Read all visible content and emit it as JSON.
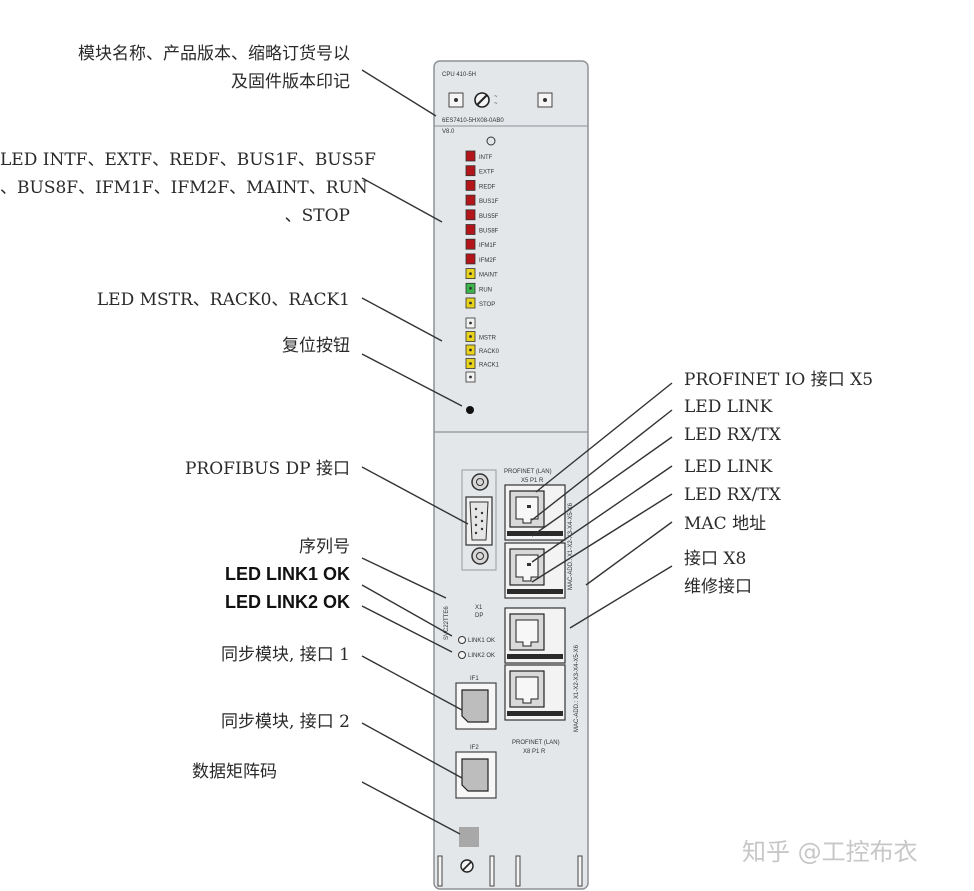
{
  "module": {
    "model": "CPU 410-5H",
    "order_number": "6ES7410-5HX08-0AB0",
    "version": "V8.0",
    "x1_label": "X1",
    "dp_label": "DP",
    "profinet_top_label": "PROFINET (LAN)",
    "profinet_top_port": "X5 P1 R",
    "profinet_bottom_label": "PROFINET (LAN)",
    "profinet_bottom_port": "X8 P1 R",
    "mac_text_1": "MAC-ADD.: X1-X2-X3-X4-X5-X6",
    "mac_text_2": "MAC-ADD.: X1-X2-X3-X4-X5-X6",
    "if1_label": "IF1",
    "if2_label": "IF2",
    "serial_text": "SVC22TTE6",
    "link1_label": "LINK1 OK",
    "link2_label": "LINK2 OK"
  },
  "leds_top": [
    {
      "label": "INTF",
      "color": "#b3161a"
    },
    {
      "label": "EXTF",
      "color": "#b3161a"
    },
    {
      "label": "REDF",
      "color": "#b3161a"
    },
    {
      "label": "BUS1F",
      "color": "#b3161a"
    },
    {
      "label": "BUS5F",
      "color": "#b3161a"
    },
    {
      "label": "BUS8F",
      "color": "#b3161a"
    },
    {
      "label": "IFM1F",
      "color": "#b3161a"
    },
    {
      "label": "IFM2F",
      "color": "#b3161a"
    },
    {
      "label": "MAINT",
      "color": "#e8d21a"
    },
    {
      "label": "RUN",
      "color": "#3cb64a"
    },
    {
      "label": "STOP",
      "color": "#e8d21a"
    }
  ],
  "leds_rack": [
    {
      "label": "",
      "color": "#f2f2f2"
    },
    {
      "label": "MSTR",
      "color": "#e8d21a"
    },
    {
      "label": "RACK0",
      "color": "#e8d21a"
    },
    {
      "label": "RACK1",
      "color": "#e8d21a"
    },
    {
      "label": "",
      "color": "#f2f2f2"
    }
  ],
  "labels": {
    "module_name": "模块名称、产品版本、缩略订货号以\n及固件版本印记",
    "led_group": "LED INTF、EXTF、REDF、BUS1F、BUS5F\n、BUS8F、IFM1F、IFM2F、MAINT、RUN\n、STOP",
    "led_rack": "LED MSTR、RACK0、RACK1",
    "reset": "复位按钮",
    "profibus": "PROFIBUS DP 接口",
    "serial": "序列号",
    "link1": "LED LINK1 OK",
    "link2": "LED LINK2 OK",
    "sync1": "同步模块, 接口 1",
    "sync2": "同步模块, 接口 2",
    "matrix": "数据矩阵码",
    "pn_x5": "PROFINET IO 接口 X5",
    "led_link_1": "LED LINK",
    "led_rxtx_1": "LED RX/TX",
    "led_link_2": "LED LINK",
    "led_rxtx_2": "LED RX/TX",
    "mac": "MAC 地址",
    "x8": "接口 X8\n维修接口"
  },
  "watermark": "知乎 @工控布衣",
  "colors": {
    "panel": "#e3e7ea",
    "panel_border": "#8e9296",
    "line": "#333333"
  }
}
